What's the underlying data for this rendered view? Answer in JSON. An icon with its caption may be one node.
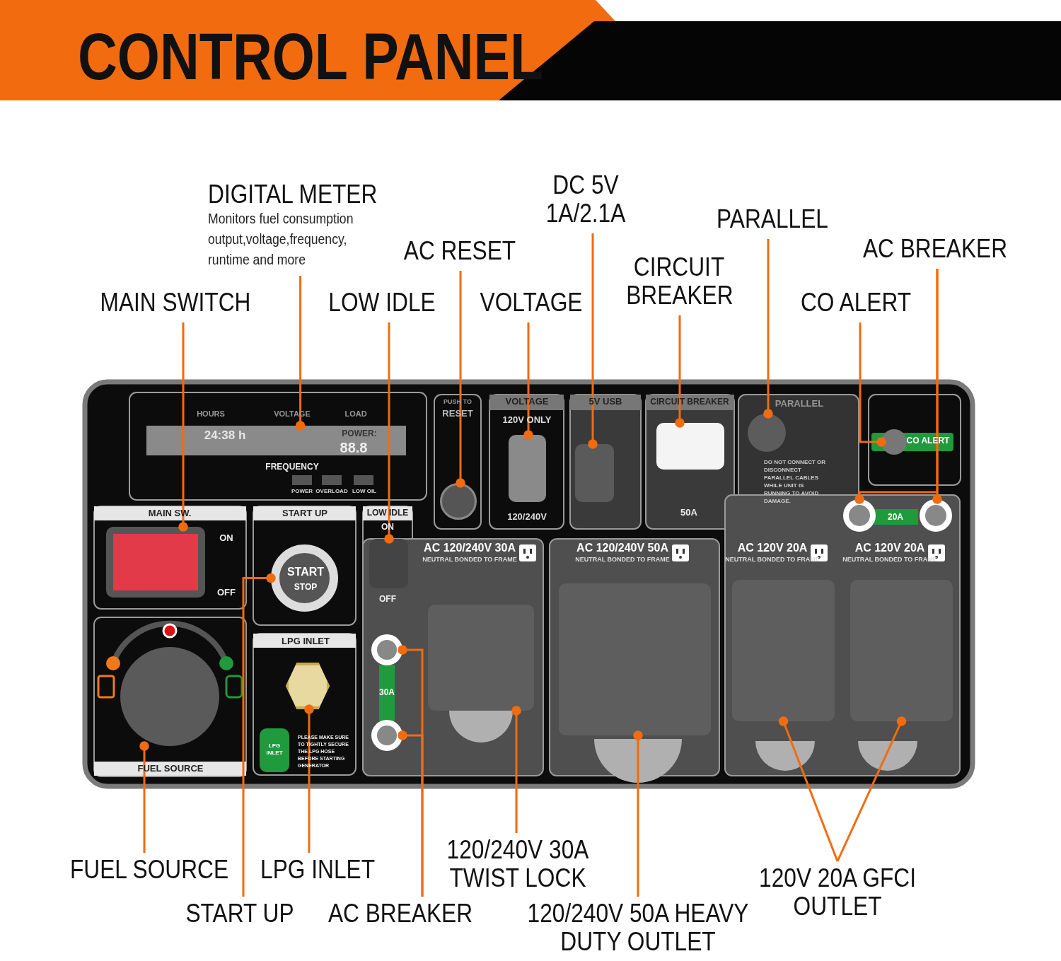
{
  "diagram": {
    "title": "CONTROL PANEL",
    "nodes": [
      {
        "text": [
          "DIGITAL METER",
          "Monitors fuel consumption output,voltage,frequency, runtime and more"
        ]
      },
      {
        "text": [
          "DC 5V 1A/2.1A"
        ]
      },
      {
        "text": [
          "PARALLEL"
        ]
      },
      {
        "text": [
          "AC RESET"
        ]
      },
      {
        "text": [
          "AC BREAKER"
        ]
      },
      {
        "text": [
          "CIRCUIT BREAKER"
        ]
      },
      {
        "text": [
          "MAIN SWITCH"
        ]
      },
      {
        "text": [
          "LOW IDLE"
        ]
      },
      {
        "text": [
          "VOLTAGE"
        ]
      },
      {
        "text": [
          "CO ALERT"
        ]
      },
      {
        "text": [
          "FUEL SOURCE"
        ]
      },
      {
        "text": [
          "LPG INLET"
        ]
      },
      {
        "text": [
          "120/240V 30A TWIST LOCK"
        ]
      },
      {
        "text": [
          "120V 20A GFCI OUTLET"
        ]
      },
      {
        "text": [
          "START UP"
        ]
      },
      {
        "text": [
          "AC BREAKER"
        ]
      },
      {
        "text": [
          "120/240V 50A HEAVY DUTY OUTLET"
        ]
      },
      {
        "text": [],
        "shape": "box"
      },
      {
        "text": [],
        "shape": "box"
      },
      {
        "text": [],
        "shape": "box"
      },
      {
        "text": [],
        "shape": "circle"
      },
      {
        "text": [],
        "shape": "box"
      },
      {
        "text": [],
        "shape": "box"
      },
      {
        "text": [],
        "shape": "box"
      },
      {
        "text": [],
        "shape": "circle"
      },
      {
        "text": [],
        "shape": "circle"
      },
      {
        "text": [],
        "shape": "circle"
      },
      {
        "text": [],
        "shape": "circle"
      },
      {
        "text": [],
        "shape": "circle"
      },
      {
        "text": [],
        "shape": "circle"
      },
      {
        "text": [],
        "shape": "hexagon"
      },
      {
        "text": [],
        "shape": "circle"
      },
      {
        "text": [],
        "shape": "circle"
      },
      {
        "text": [],
        "shape": "box"
      },
      {
        "text": [],
        "shape": "box"
      },
      {
        "text": [],
        "shape": "box"
      },
      {
        "text": [],
        "shape": "box"
      }
    ],
    "edges": [
      {
        "from": 0,
        "to": 17,
        "arrow": "other"
      },
      {
        "from": 1,
        "to": 22,
        "arrow": "other"
      },
      {
        "from": 2,
        "to": 24,
        "arrow": "other"
      },
      {
        "from": 3,
        "to": 20,
        "arrow": "other"
      },
      {
        "from": 4,
        "to": 26,
        "arrow": "other"
      },
      {
        "from": 4,
        "to": 27,
        "arrow": "other"
      },
      {
        "from": 5,
        "to": 23,
        "arrow": "other"
      },
      {
        "from": 6,
        "to": 18,
        "arrow": "other"
      },
      {
        "from": 7,
        "to": 19,
        "arrow": "other"
      },
      {
        "from": 8,
        "to": 21,
        "arrow": "other"
      },
      {
        "from": 9,
        "to": 25,
        "arrow": "other"
      },
      {
        "from": 10,
        "to": 28,
        "arrow": "other"
      },
      {
        "from": 11,
        "to": 30,
        "arrow": "other"
      },
      {
        "from": 12,
        "to": 33,
        "arrow": "other"
      },
      {
        "from": 13,
        "to": 35,
        "arrow": "other"
      },
      {
        "from": 13,
        "to": 36,
        "arrow": "other"
      },
      {
        "from": 14,
        "to": 29,
        "arrow": "other"
      },
      {
        "from": 15,
        "to": 31,
        "arrow": "other"
      },
      {
        "from": 15,
        "to": 32,
        "arrow": "other"
      },
      {
        "from": 16,
        "to": 34,
        "arrow": "other"
      }
    ],
    "labels": [
      "HOURS",
      "VOLTAGE",
      "LOAD",
      "24:38 h",
      "POWER:",
      "88.8",
      "FREQUENCY",
      "POWER",
      "OVERLOAD",
      "LOW OIL",
      "MAIN SW.",
      "ON",
      "OFF",
      "START UP",
      "START",
      "STOP",
      "LOW IDLE",
      "ON",
      "OFF",
      "PUSH TO",
      "RESET",
      "VOLTAGE",
      "120V ONLY",
      "120/240V",
      "5V USB",
      "CIRCUIT BREAKER",
      "50A",
      "PARALLEL",
      "DO NOT CONNECT OR DISCONNECT PARALLEL CABLES WHILE UNIT IS RUNNING TO AVOID DAMAGE.",
      "CO ALERT",
      "20A",
      "AC 120/240V 30A",
      "NEUTRAL BONDED TO FRAME",
      "AC 120/240V 50A",
      "NEUTRAL BONDED TO FRAME",
      "AC 120V 20A",
      "NEUTRAL BONDED TO FRAME",
      "AC 120V 20A",
      "NEUTRAL BONDED TO FRAME",
      "30A",
      "LPG INLET",
      "LPG INLET",
      "PLEASE MAKE SURE TO TIGHTLY SECURE THE LPG HOSE BEFORE STARTING GENERATOR",
      "FUEL SOURCE"
    ]
  }
}
